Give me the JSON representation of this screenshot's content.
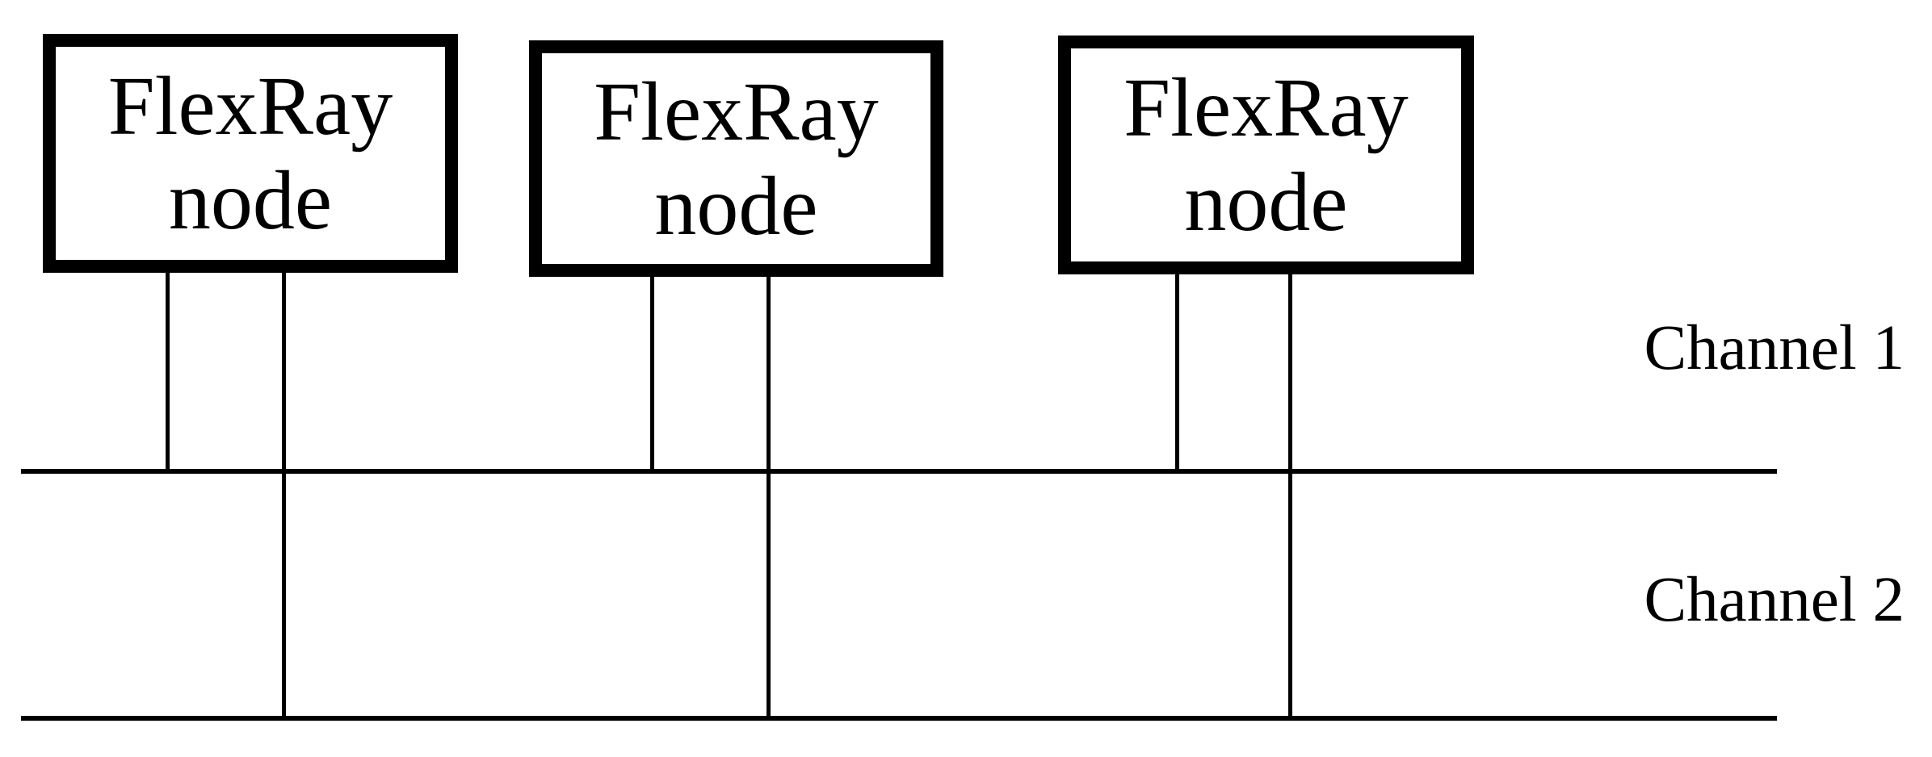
{
  "canvas": {
    "background": "#ffffff",
    "ink": "#000000"
  },
  "nodes": [
    {
      "line1": "FlexRay",
      "line2": "node"
    },
    {
      "line1": "FlexRay",
      "line2": "node"
    },
    {
      "line1": "FlexRay",
      "line2": "node"
    }
  ],
  "channels": [
    {
      "label": "Channel 1"
    },
    {
      "label": "Channel 2"
    }
  ]
}
